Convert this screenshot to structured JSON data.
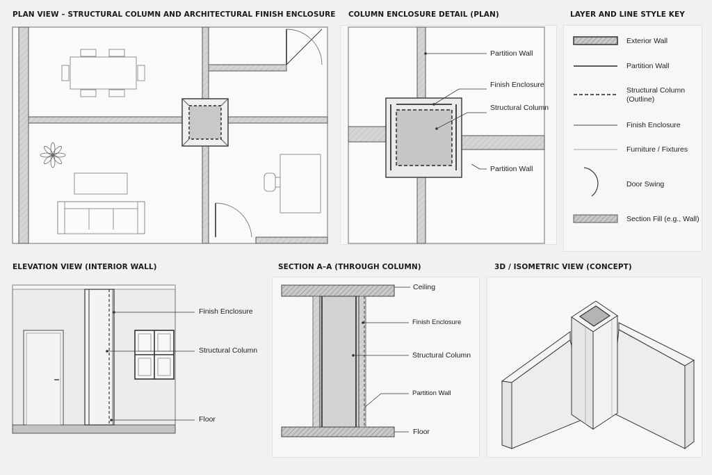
{
  "titles": {
    "plan": "PLAN VIEW – STRUCTURAL COLUMN AND ARCHITECTURAL FINISH ENCLOSURE",
    "detail": "COLUMN ENCLOSURE DETAIL (PLAN)",
    "key": "LAYER AND LINE STYLE KEY",
    "elevation": "ELEVATION VIEW (INTERIOR WALL)",
    "section": "SECTION A–A (THROUGH COLUMN)",
    "iso": "3D / ISOMETRIC VIEW (CONCEPT)"
  },
  "detail_labels": {
    "partition_top": "Partition Wall",
    "finish": "Finish Enclosure",
    "column": "Structural Column",
    "partition_bottom": "Partition Wall"
  },
  "key_items": [
    {
      "style": "exterior-wall",
      "label": "Exterior Wall"
    },
    {
      "style": "partition-wall",
      "label": "Partition Wall"
    },
    {
      "style": "structural-column",
      "label": "Structural Column (Outline)"
    },
    {
      "style": "finish-enclosure",
      "label": "Finish Enclosure"
    },
    {
      "style": "furniture",
      "label": "Furniture / Fixtures"
    },
    {
      "style": "door-swing",
      "label": "Door Swing"
    },
    {
      "style": "section-fill",
      "label": "Section Fill (e.g., Wall)"
    }
  ],
  "elevation_labels": {
    "finish": "Finish Enclosure",
    "column": "Structural Column",
    "floor": "Floor"
  },
  "section_labels": {
    "ceiling": "Ceiling",
    "finish": "Finish Enclosure",
    "column": "Structural Column",
    "partition": "Partition Wall",
    "floor": "Floor"
  }
}
